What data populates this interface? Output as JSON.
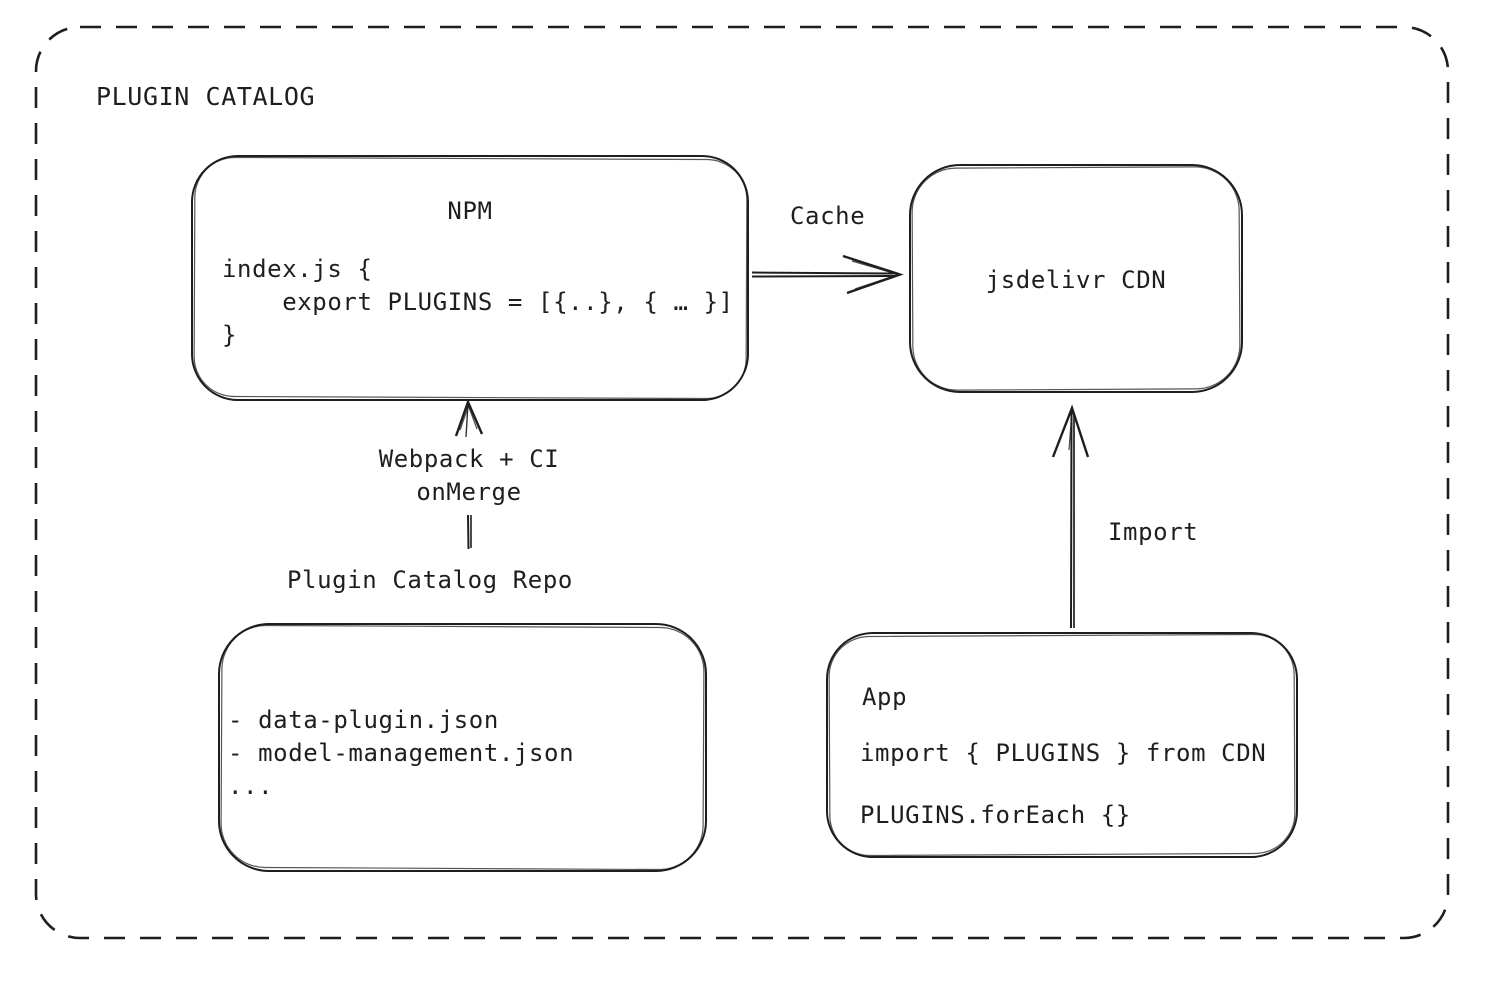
{
  "diagram": {
    "title": "PLUGIN CATALOG",
    "nodes": {
      "npm": {
        "title": "NPM",
        "code": [
          "index.js {",
          "    export PLUGINS = [{..}, { … }]",
          "}"
        ]
      },
      "cdn": {
        "title": "jsdelivr CDN"
      },
      "repo": {
        "title": "Plugin Catalog Repo",
        "items": [
          "- data-plugin.json",
          "- model-management.json",
          "..."
        ]
      },
      "app": {
        "title": "App",
        "code_line1": "import { PLUGINS } from CDN",
        "code_line2": "PLUGINS.forEach {}"
      }
    },
    "edges": {
      "cache": {
        "label": "Cache"
      },
      "build": {
        "label": "Webpack + CI\nonMerge"
      },
      "import": {
        "label": "Import"
      }
    },
    "colors": {
      "ink": "#1e1e1e",
      "background": "#ffffff"
    }
  }
}
